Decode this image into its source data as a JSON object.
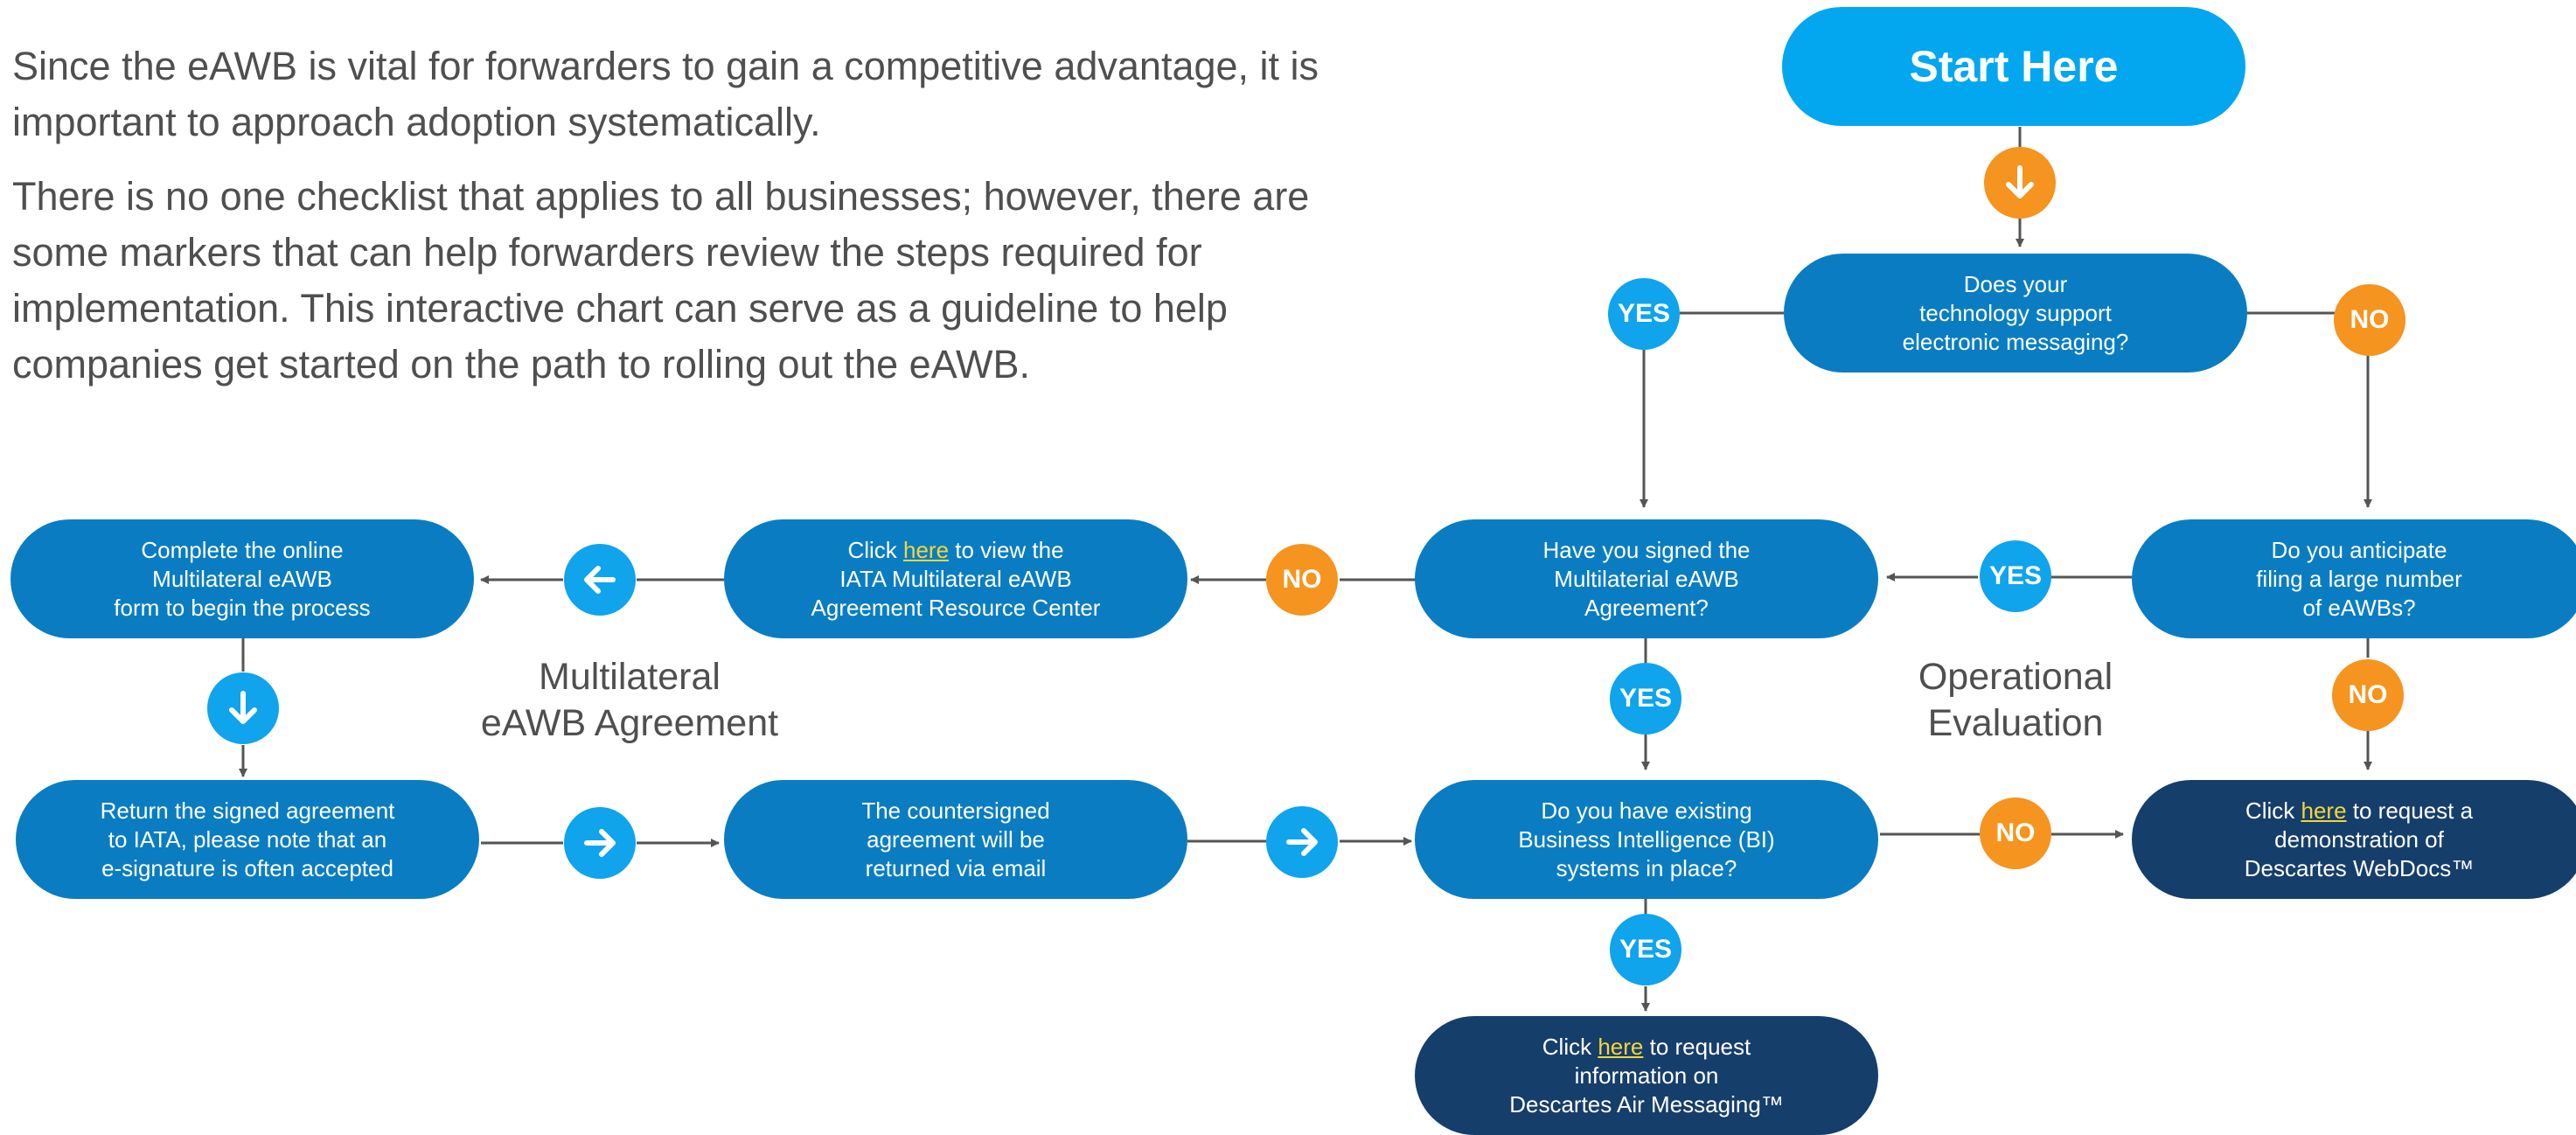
{
  "intro": {
    "p1": "Since the eAWB is vital for forwarders to gain a competitive advantage, it is important to approach adoption systematically.",
    "p2": "There is no one checklist that applies to all businesses; however, there are some markers that can help forwarders review the steps required for implementation. This interactive chart can serve as a guideline to help companies get started on the path to rolling out the eAWB."
  },
  "start": "Start Here",
  "nodes": {
    "tech": [
      "Does your",
      "technology support",
      "electronic messaging?"
    ],
    "anticipate": [
      "Do you anticipate",
      "filing a large number",
      "of eAWBs?"
    ],
    "signed": [
      "Have you signed the",
      "Multilaterial eAWB",
      "Agreement?"
    ],
    "iata_pre": "Click ",
    "iata_link": "here",
    "iata_post": " to view the",
    "iata_l2": "IATA Multilateral eAWB",
    "iata_l3": "Agreement Resource Center",
    "complete": [
      "Complete the online",
      "Multilateral eAWB",
      "form to begin the process"
    ],
    "return": [
      "Return the signed agreement",
      "to IATA, please note that an",
      "e-signature is often accepted"
    ],
    "counter": [
      "The countersigned",
      "agreement will be",
      "returned via email"
    ],
    "bi": [
      "Do you have existing",
      "Business Intelligence (BI)",
      "systems in place?"
    ],
    "webdocs_pre": "Click ",
    "webdocs_link": "here",
    "webdocs_post": " to request a",
    "webdocs_l2": "demonstration of",
    "webdocs_l3": "Descartes WebDocs™",
    "airmsg_pre": "Click ",
    "airmsg_link": "here",
    "airmsg_post": " to request",
    "airmsg_l2": "information on",
    "airmsg_l3": "Descartes Air Messaging™"
  },
  "badges": {
    "yes": "YES",
    "no": "NO"
  },
  "sections": {
    "multilateral": [
      "Multilateral",
      "eAWB Agreement"
    ],
    "operational": [
      "Operational",
      "Evaluation"
    ]
  },
  "colors": {
    "node_blue": "#0a7dc2",
    "node_dark": "#163e6b",
    "start_blue": "#02a7ef",
    "yes_blue": "#0fa4ec",
    "no_orange": "#f5941e",
    "link_yellow": "#f2d63a"
  },
  "icons": [
    "arrow-down-icon",
    "arrow-left-icon",
    "arrow-right-icon"
  ]
}
